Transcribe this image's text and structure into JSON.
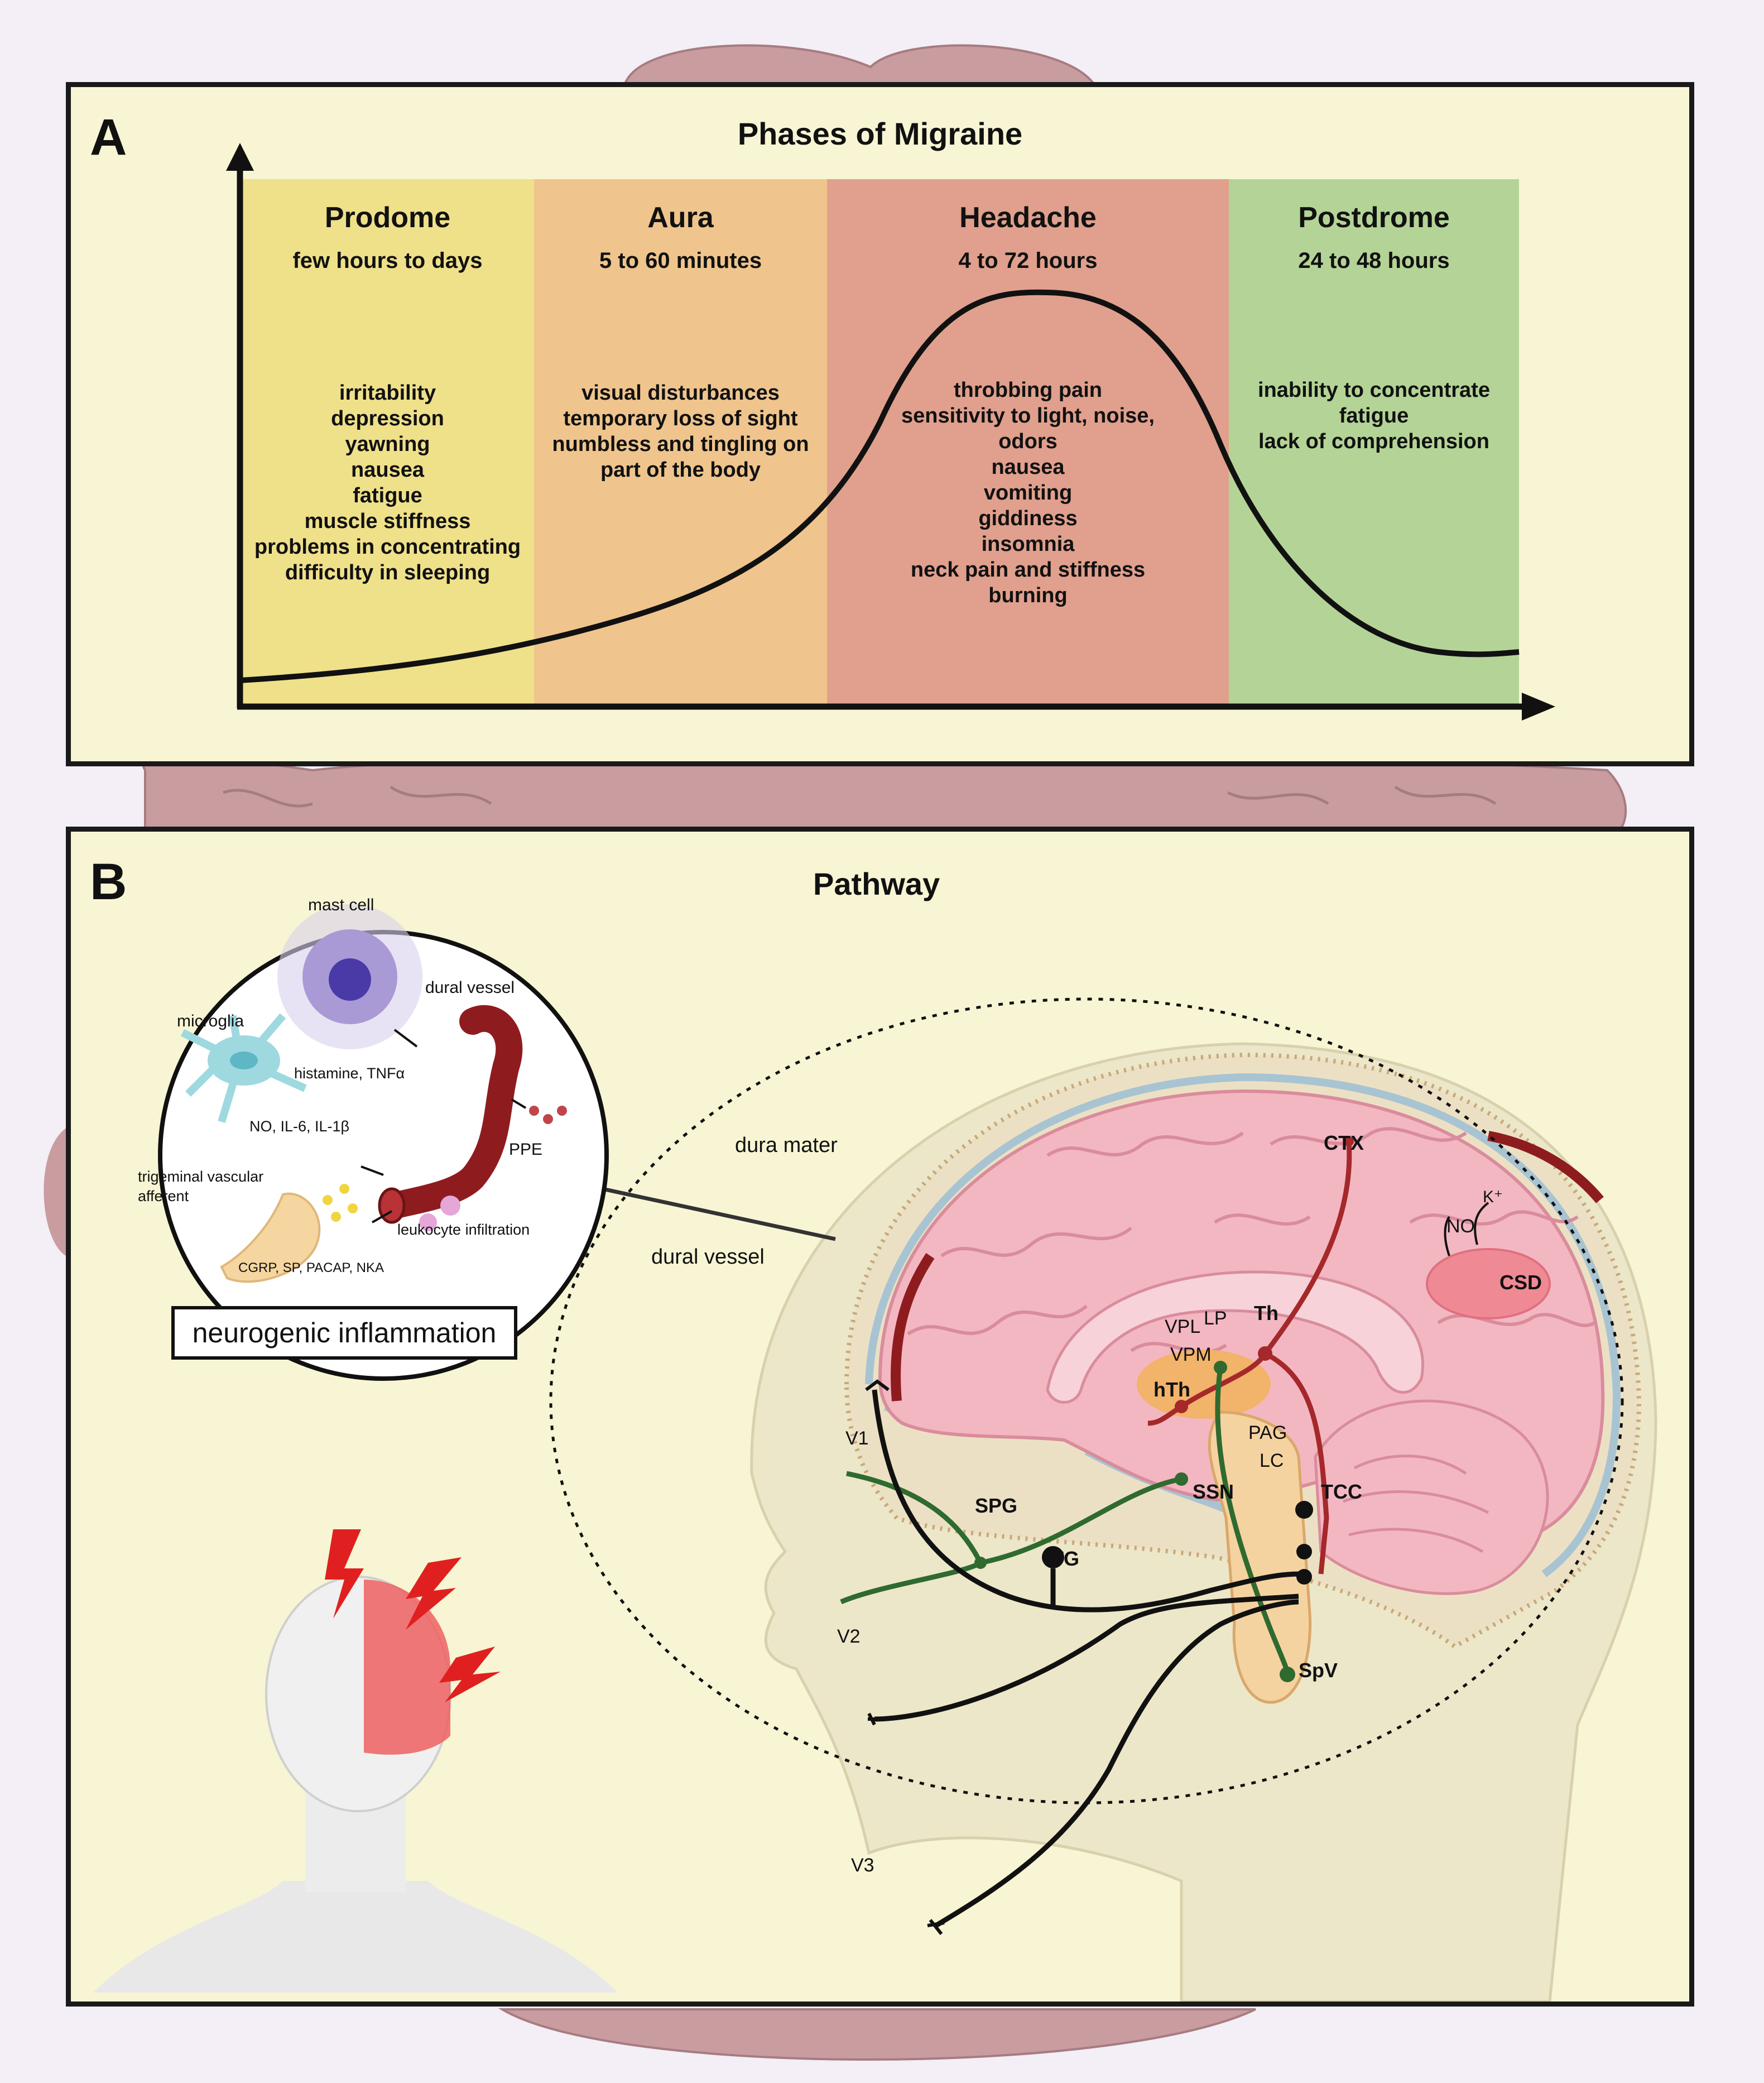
{
  "colors": {
    "panel_bg": "#f7f5d3",
    "prodome": "#efe08a",
    "aura": "#efc58d",
    "headache": "#e0a08d",
    "postdrome": "#b4d497",
    "brain": "#f3b7c2",
    "brain_back": "#c99ca0",
    "skull": "#ece0c4",
    "dura": "#a8c4d2",
    "vessel": "#8e1c1f",
    "path_red": "#a5282b",
    "path_green": "#2f6a2f",
    "path_black": "#111111"
  },
  "panel_a": {
    "letter": "A",
    "title": "Phases of Migraine",
    "phases": [
      {
        "name": "Prodome",
        "duration": "few hours to days",
        "symptoms": [
          "irritability",
          "depression",
          "yawning",
          "nausea",
          "fatigue",
          "muscle stiffness",
          "problems in concentrating",
          "difficulty in sleeping"
        ]
      },
      {
        "name": "Aura",
        "duration": "5 to 60 minutes",
        "symptoms": [
          "visual disturbances",
          "temporary loss of sight",
          "numbless and tingling on",
          "part of the body"
        ]
      },
      {
        "name": "Headache",
        "duration": "4 to 72 hours",
        "symptoms": [
          "throbbing pain",
          "sensitivity to light, noise,",
          "odors",
          "nausea",
          "vomiting",
          "giddiness",
          "insomnia",
          "neck pain and stiffness",
          "burning"
        ]
      },
      {
        "name": "Postdrome",
        "duration": "24 to 48 hours",
        "symptoms": [
          "inability to concentrate",
          "fatigue",
          "lack of comprehension"
        ]
      }
    ]
  },
  "panel_b": {
    "letter": "B",
    "title": "Pathway",
    "inset": {
      "mast_cell": "mast cell",
      "dural_vessel": "dural vessel",
      "microglia": "microglia",
      "histamine": "histamine, TNFα",
      "no_il": "NO, IL-6, IL-1β",
      "ppe": "PPE",
      "trigeminal": "trigeminal vascular",
      "afferent": "afferent",
      "leukocyte": "leukocyte infiltration",
      "peptides": "CGRP, SP, PACAP, NKA"
    },
    "inflammation_box": "neurogenic inflammation",
    "labels": {
      "dura_mater": "dura mater",
      "dural_vessel": "dural vessel",
      "ctx": "CTX",
      "no": "NO",
      "k": "K⁺",
      "csd": "CSD",
      "vpl": "VPL",
      "lp": "LP",
      "th": "Th",
      "vpm": "VPM",
      "hth": "hTh",
      "pag": "PAG",
      "lc": "LC",
      "v1": "V1",
      "spg": "SPG",
      "ssn": "SSN",
      "tcc": "TCC",
      "tg": "TG",
      "v2": "V2",
      "spv": "SpV",
      "v3": "V3"
    }
  }
}
